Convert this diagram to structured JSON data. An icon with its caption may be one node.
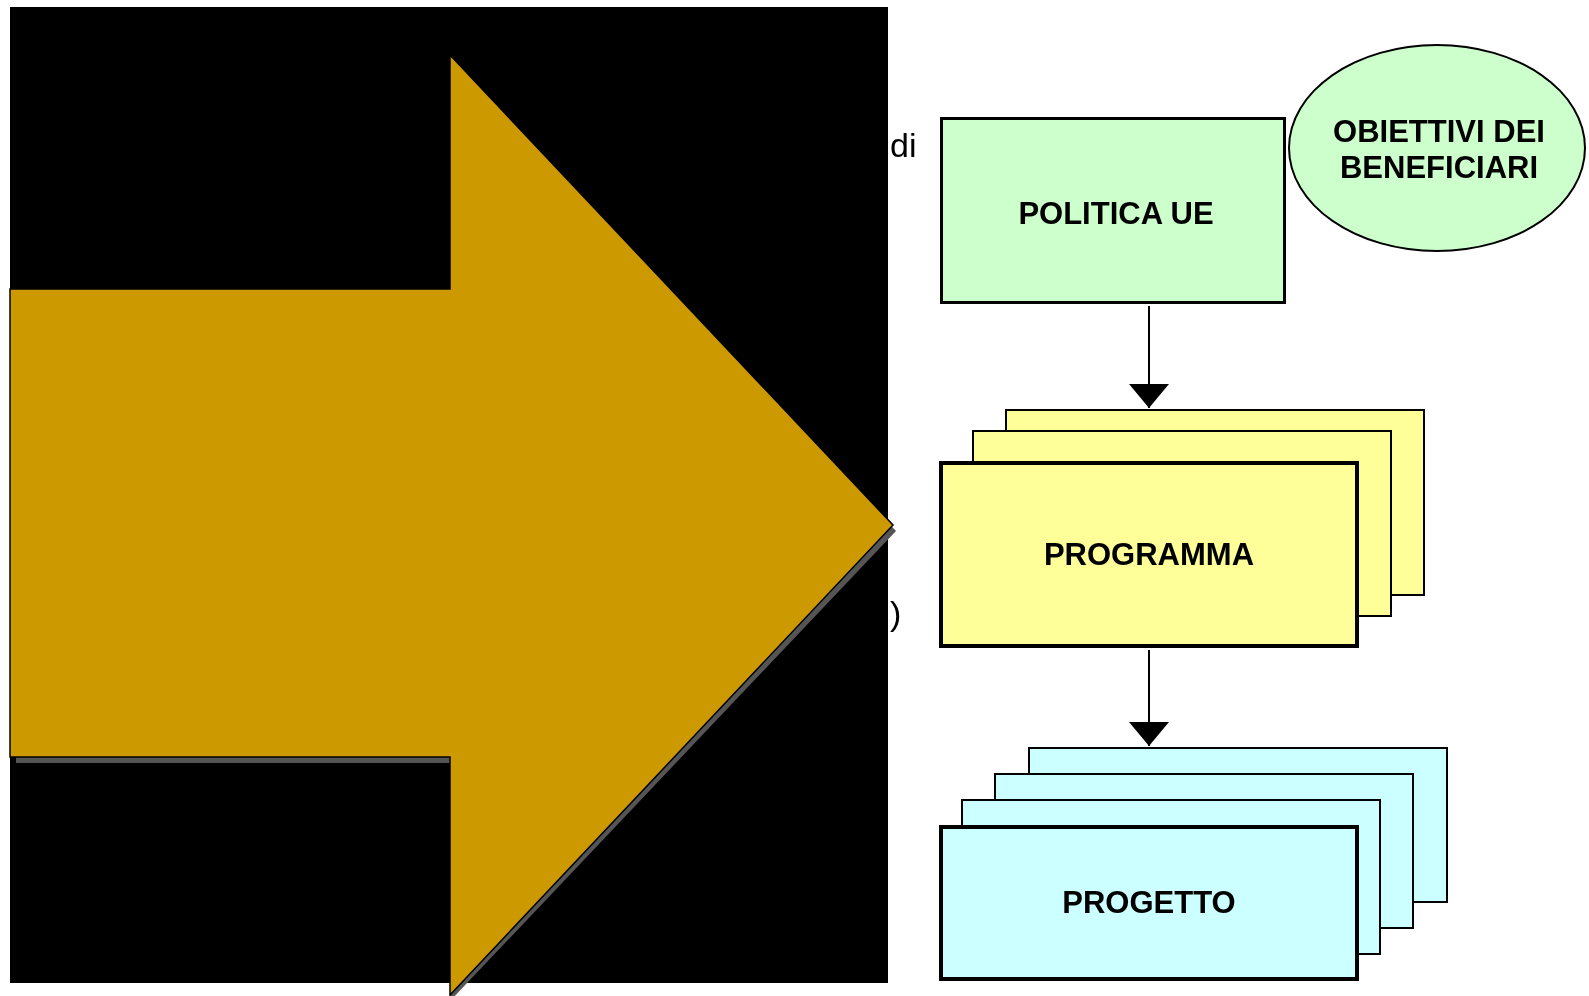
{
  "diagram": {
    "nodes": [
      {
        "text": [
          "POLITICA UE"
        ]
      },
      {
        "text": [
          "OBIETTIVI DEI BENEFICIARI"
        ]
      },
      {
        "text": [
          "PROGRAMMA"
        ]
      },
      {
        "text": [
          "PROGETTO"
        ]
      }
    ],
    "edges": [
      {
        "from": 0,
        "to": 2,
        "arrow": "to"
      },
      {
        "from": 2,
        "to": 3,
        "arrow": "to"
      }
    ],
    "labels": [
      "di",
      ")"
    ]
  }
}
